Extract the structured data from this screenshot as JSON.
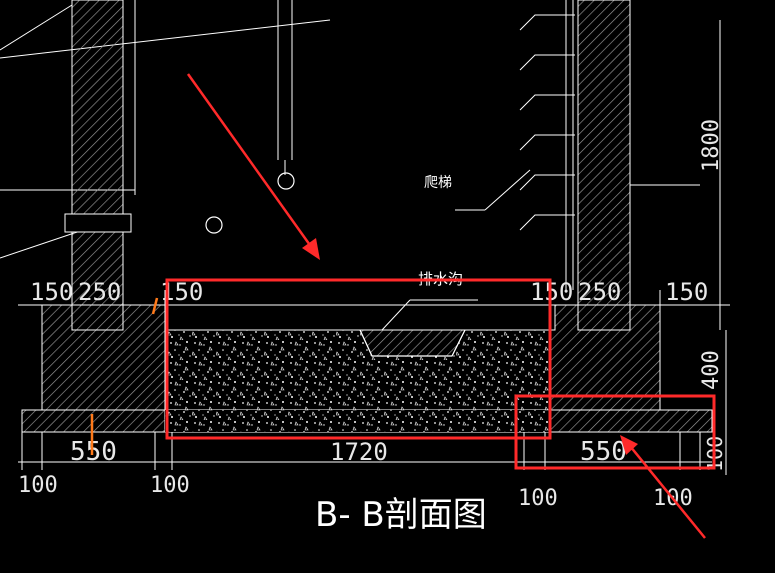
{
  "drawing": {
    "title": "B- B剖面图",
    "label_ladder": "爬梯",
    "label_drain": "排水沟",
    "dims_top": [
      "150",
      "250",
      "150",
      "150",
      "250",
      "150"
    ],
    "dims_mid": [
      "550",
      "1720",
      "550"
    ],
    "dims_bottom": [
      "100",
      "100",
      "100",
      "100"
    ],
    "dims_right": [
      "1800",
      "400",
      "100"
    ]
  },
  "colors": {
    "background": "#000000",
    "line": "#ffffff",
    "hatch": "#bdbdbd",
    "annotation": "#ff2a2a",
    "marker": "#ff7a1a"
  }
}
